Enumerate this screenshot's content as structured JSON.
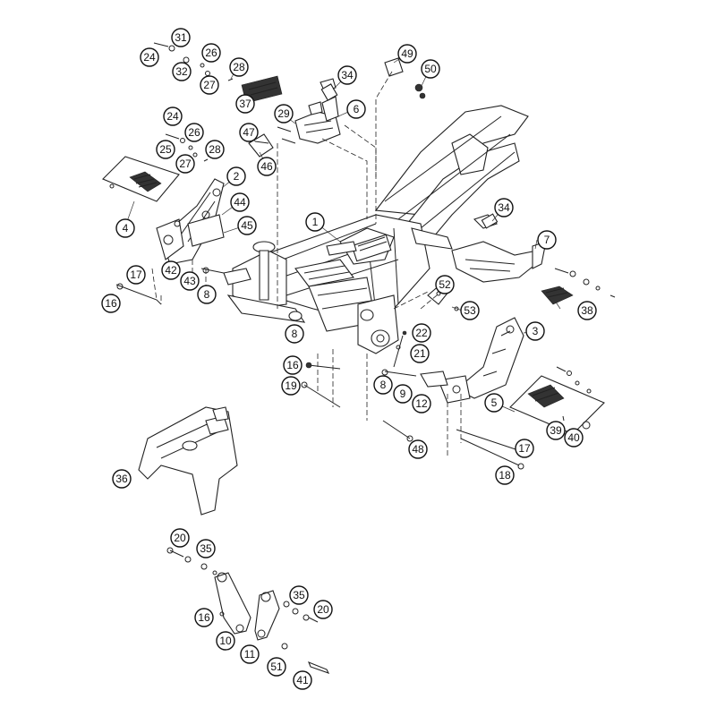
{
  "diagram": {
    "callouts": [
      "1",
      "2",
      "3",
      "4",
      "5",
      "6",
      "7",
      "8",
      "8",
      "8",
      "9",
      "10",
      "11",
      "12",
      "16",
      "16",
      "16",
      "17",
      "17",
      "18",
      "19",
      "20",
      "20",
      "21",
      "22",
      "24",
      "24",
      "25",
      "26",
      "26",
      "27",
      "27",
      "28",
      "28",
      "29",
      "31",
      "32",
      "34",
      "34",
      "35",
      "35",
      "36",
      "37",
      "38",
      "39",
      "40",
      "41",
      "42",
      "43",
      "44",
      "45",
      "46",
      "47",
      "48",
      "49",
      "50",
      "51",
      "52",
      "53"
    ]
  }
}
